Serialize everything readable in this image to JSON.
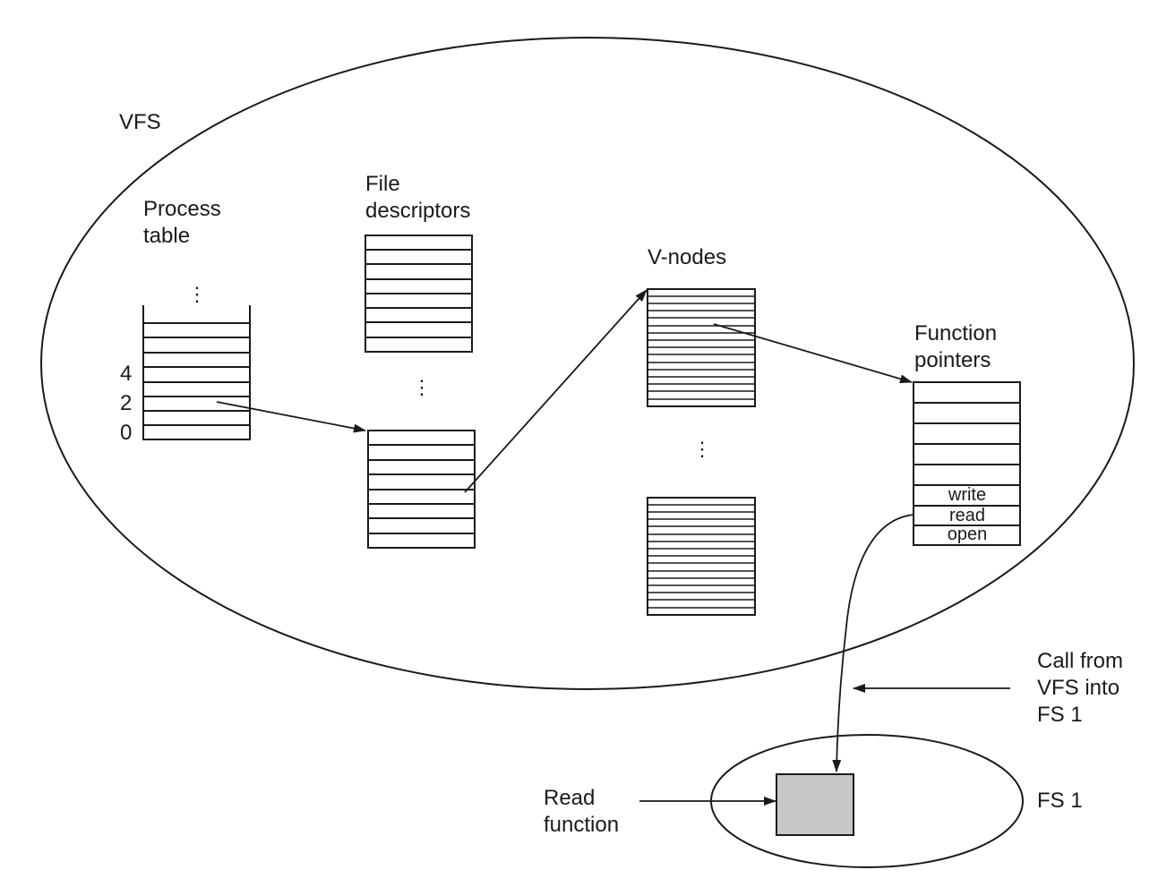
{
  "labels": {
    "vfs": "VFS",
    "process_table": [
      "Process",
      "table"
    ],
    "file_descriptors": [
      "File",
      "descriptors"
    ],
    "v_nodes": "V-nodes",
    "function_pointers": [
      "Function",
      "pointers"
    ],
    "call_from": [
      "Call from",
      "VFS into",
      "FS 1"
    ],
    "fs1": "FS 1",
    "read_function": [
      "Read",
      "function"
    ]
  },
  "process_table_indices": [
    "4",
    "2",
    "0"
  ],
  "function_pointer_entries": [
    "write",
    "read",
    "open"
  ],
  "ellipsis": "⋮",
  "colors": {
    "stroke": "#1a1a1a",
    "read_function_fill": "#c8c8c8"
  }
}
